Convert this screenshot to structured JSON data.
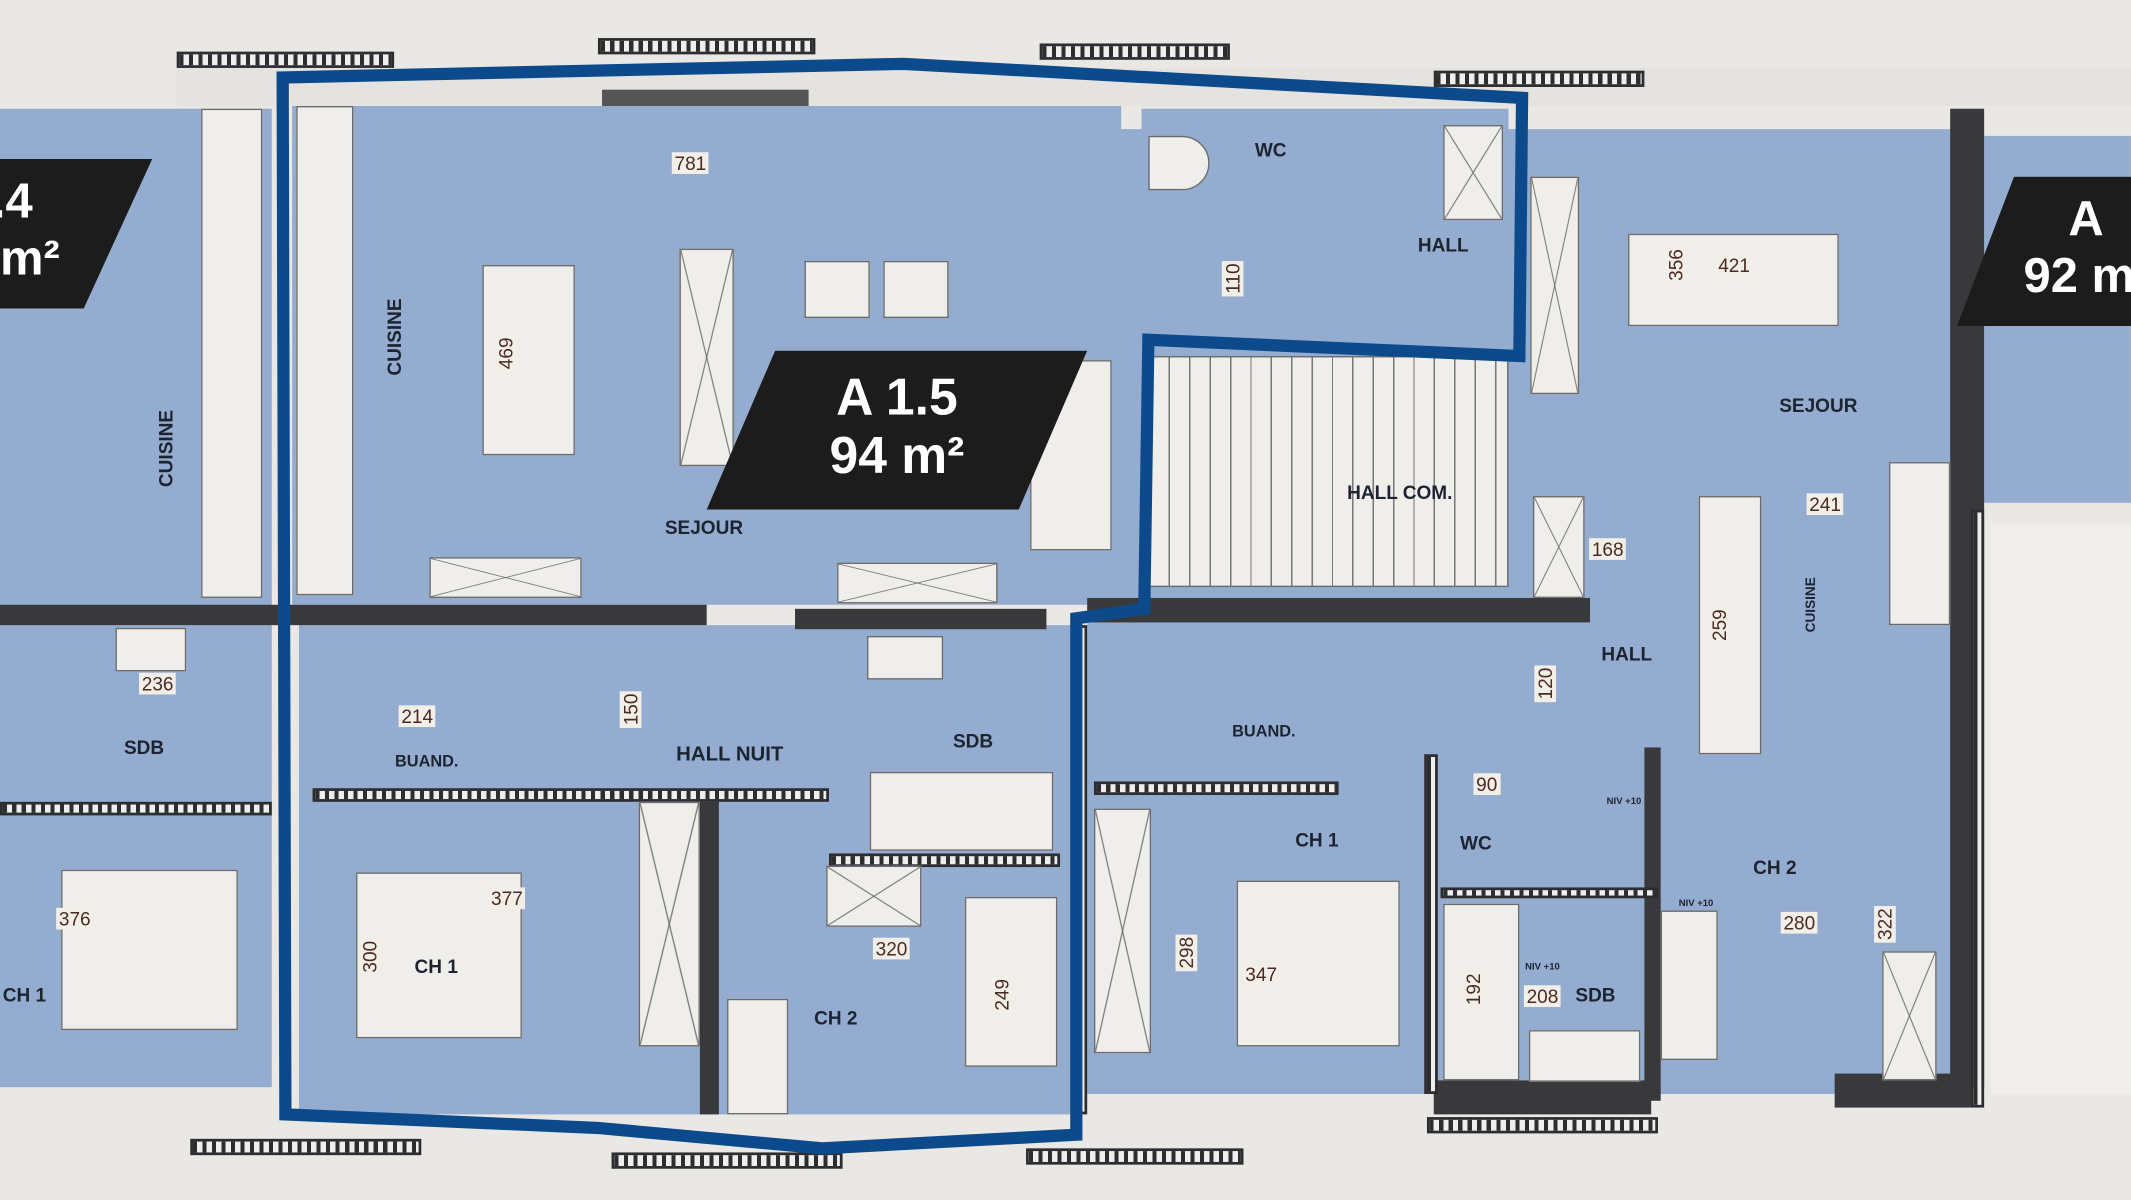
{
  "unit_main": {
    "name": "A 1.5",
    "area": "94 m²",
    "outline_color": "#0c4a8c"
  },
  "unit_left": {
    "name": ".4",
    "area": "m²"
  },
  "unit_right": {
    "name": "A",
    "area": "92 m"
  },
  "rooms": {
    "cuisine_a15": "CUISINE",
    "sejour_a15": "SEJOUR",
    "buand_a15": "BUAND.",
    "hall_nuit": "HALL NUIT",
    "sdb_a15": "SDB",
    "ch1_a15": "CH 1",
    "ch2_a15": "CH 2",
    "wc_top": "WC",
    "hall_top": "HALL",
    "hall_com": "HALL COM.",
    "sejour_right": "SEJOUR",
    "cuisine_right": "CUISINE",
    "hall_right": "HALL",
    "buand_right": "BUAND.",
    "ch1_right": "CH 1",
    "wc_right": "WC",
    "sdb_right": "SDB",
    "ch2_right": "CH 2",
    "cuisine_left": "CUISINE",
    "sdb_left": "SDB",
    "ch1_left": "CH 1"
  },
  "dimensions": {
    "d781": "781",
    "d469": "469",
    "d110": "110",
    "d356": "356",
    "d421": "421",
    "d241": "241",
    "d168": "168",
    "d259": "259",
    "d120": "120",
    "d236": "236",
    "d376": "376",
    "d214": "214",
    "d150": "150",
    "d377": "377",
    "d300": "300",
    "d320": "320",
    "d249": "249",
    "d298": "298",
    "d347": "347",
    "d90": "90",
    "d192": "192",
    "d208": "208",
    "d280": "280",
    "d322": "322"
  },
  "levels": {
    "n1": "NIV +10",
    "n2": "NIV +10",
    "n3": "NIV +10"
  }
}
